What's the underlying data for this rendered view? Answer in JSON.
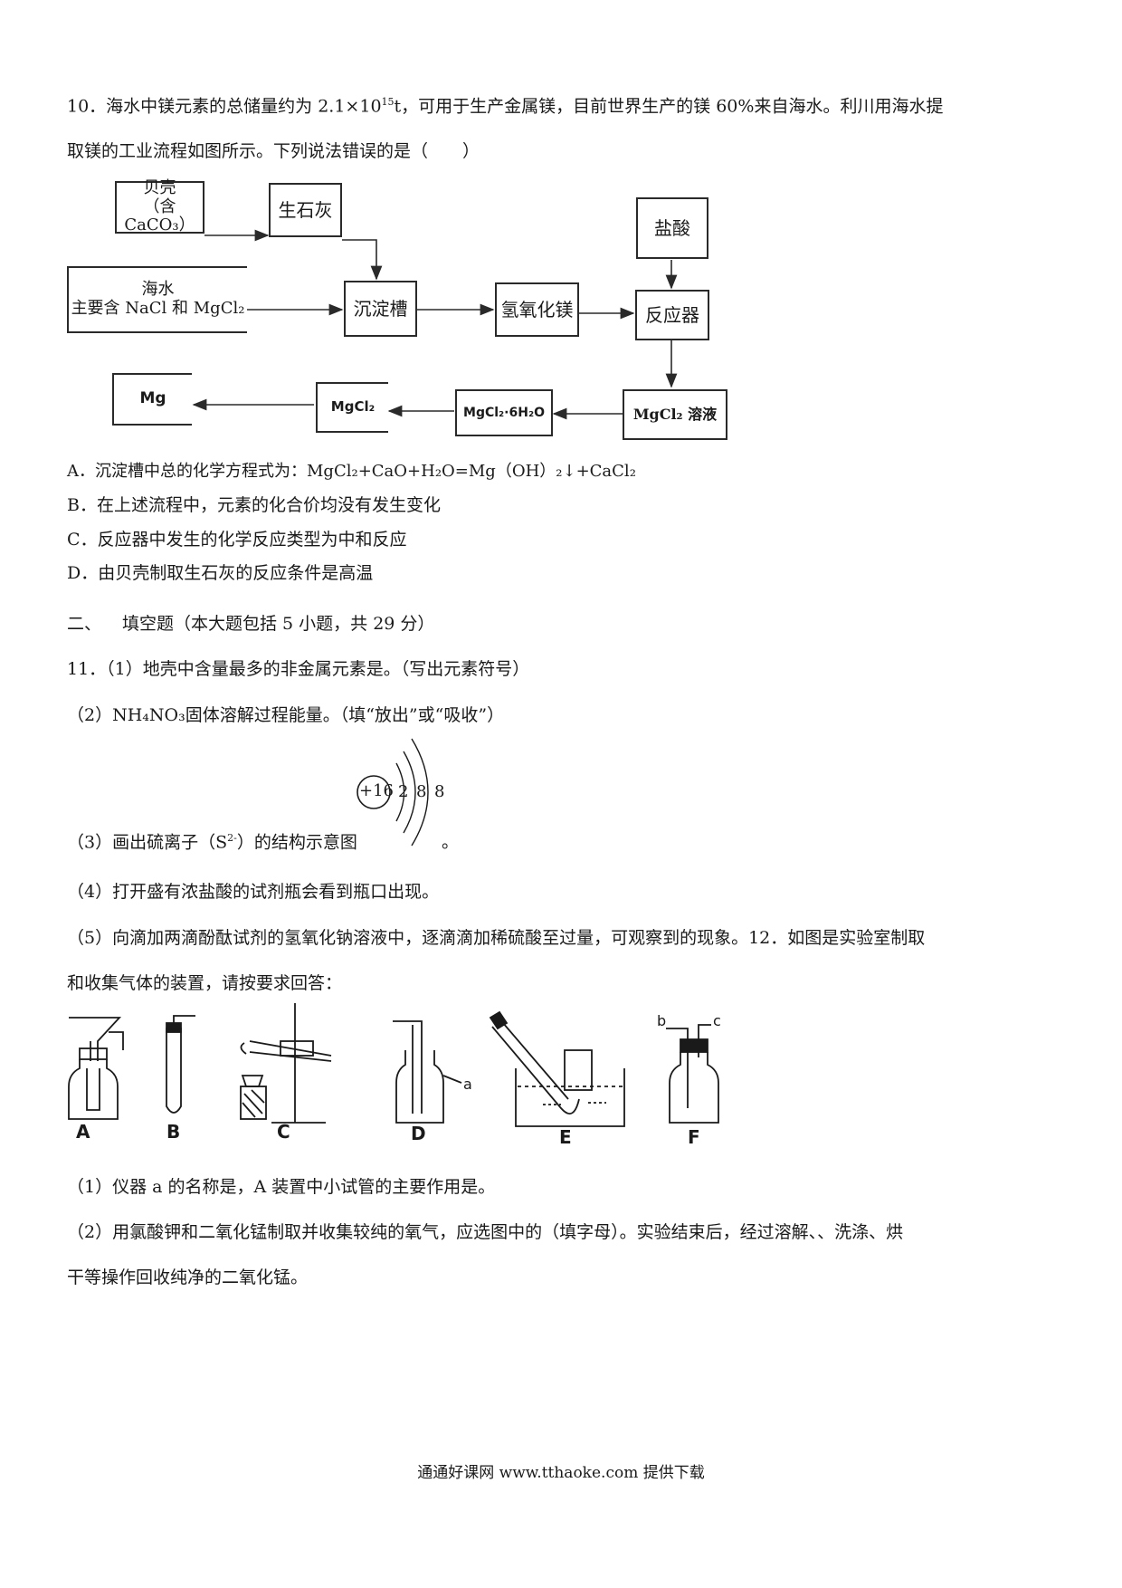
{
  "q10": {
    "line1_a": "10．海水中镁元素的总储量约为 2.1×10",
    "line1_sup": "15",
    "line1_b": "t，可用于生产金属镁，目前世界生产的镁 60%来自海水。利川用海水提",
    "line2": "取镁的工业流程如图所示。下列说法错误的是（　　）",
    "flow": {
      "shell_1": "贝壳",
      "shell_2": "（含 CaCO₃）",
      "lime": "生石灰",
      "hcl": "盐酸",
      "seawater_1": "海水",
      "seawater_2": "主要含 NaCl 和 MgCl₂",
      "tank": "沉淀槽",
      "mgoh": "氢氧化镁",
      "reactor": "反应器",
      "mg": "Mg",
      "mgcl2": "MgCl₂",
      "hydrate": "MgCl₂·6H₂O",
      "solution": "MgCl₂ 溶液"
    },
    "options": {
      "a": "A．沉淀槽中总的化学方程式为：MgCl₂+CaO+H₂O=Mg（OH）₂↓+CaCl₂",
      "b": "B．在上述流程中，元素的化合价均没有发生变化",
      "c": "C．反应器中发生的化学反应类型为中和反应",
      "d": "D．由贝壳制取生石灰的反应条件是高温"
    }
  },
  "section2": {
    "num": "二、",
    "title": "填空题（本大题包括 5 小题，共 29 分）"
  },
  "q11": {
    "p1": "11．（1）地壳中含量最多的非金属元素是。（写出元素符号）",
    "p2": "（2）NH₄NO₃固体溶解过程能量。（填“放出”或“吸收”）",
    "atom": {
      "nucleus": "+16",
      "e1": "2",
      "e2": "8",
      "e3": "8"
    },
    "p3_a": "（3）画出硫离子（S",
    "p3_sup": "2-",
    "p3_b": "）的结构示意图",
    "p3_end": "。",
    "p4": "（4）打开盛有浓盐酸的试剂瓶会看到瓶口出现。",
    "p5": "（5）向滴加两滴酚酞试剂的氢氧化钠溶液中，逐滴滴加稀硫酸至过量，可观察到的现象。12．如图是实验室制取",
    "p5b": "和收集气体的装置，请按要求回答："
  },
  "q12": {
    "labels": [
      "A",
      "B",
      "C",
      "D",
      "E",
      "F"
    ],
    "label_a": "a",
    "label_b": "b",
    "label_c": "c",
    "p1": "（1）仪器 a 的名称是，A 装置中小试管的主要作用是。",
    "p2": "（2）用氯酸钾和二氧化锰制取并收集较纯的氧气，应选图中的（填字母）。实验结束后，经过溶解、、洗涤、烘",
    "p3": "干等操作回收纯净的二氧化锰。"
  },
  "footer": "通通好课网 www.tthaoke.com 提供下载"
}
